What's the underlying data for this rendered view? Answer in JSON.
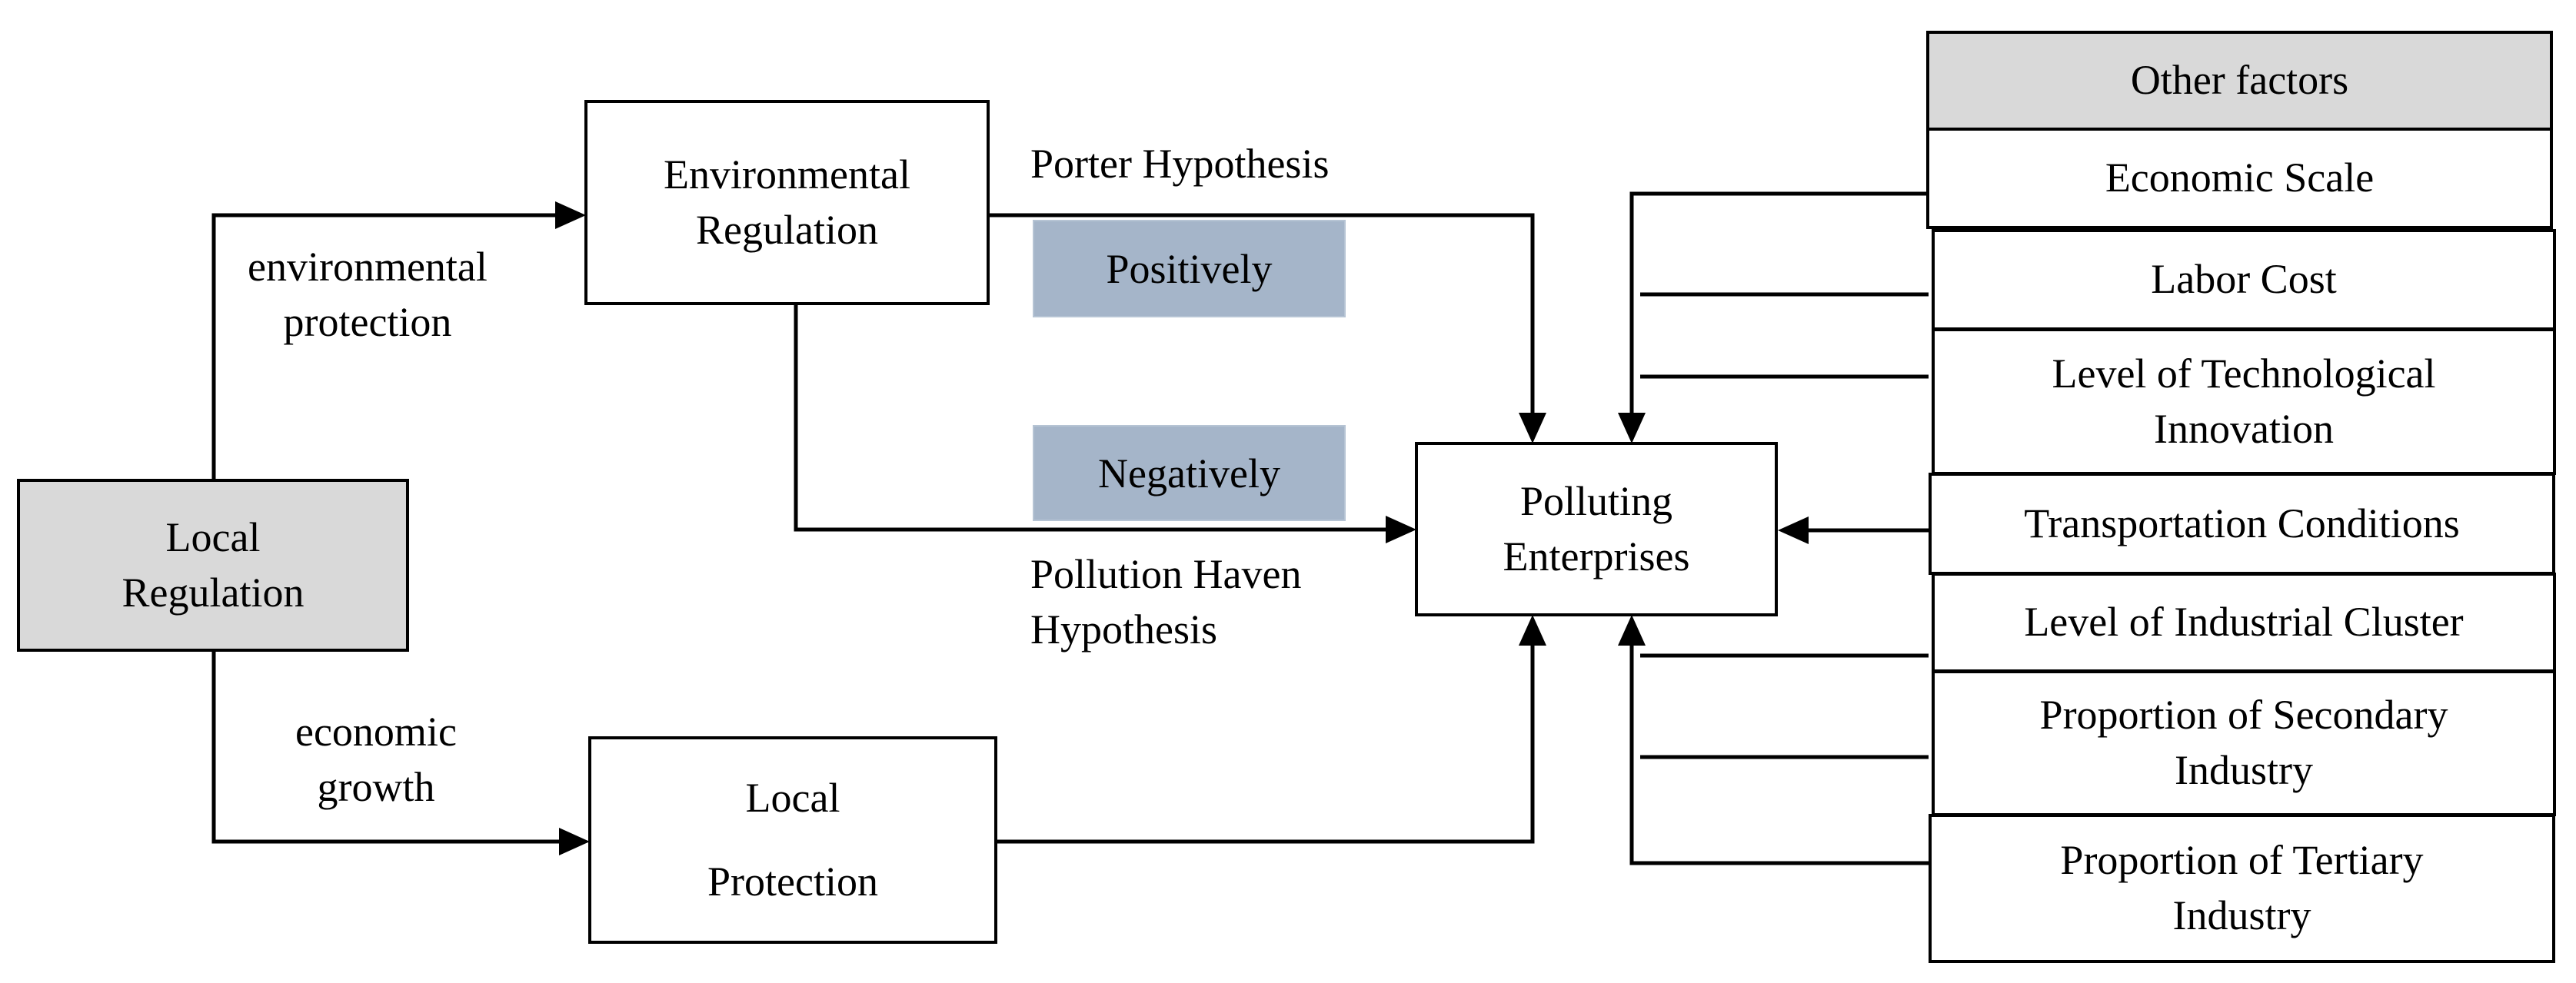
{
  "nodes": {
    "local_regulation": [
      "Local",
      "Regulation"
    ],
    "environmental_regulation": [
      "Environmental",
      "Regulation"
    ],
    "local_protection": [
      "Local",
      "Protection"
    ],
    "polluting_enterprises": [
      "Polluting",
      "Enterprises"
    ]
  },
  "edge_labels": {
    "environmental_protection": [
      "environmental",
      "protection"
    ],
    "economic_growth": [
      "economic",
      "growth"
    ],
    "porter_hypothesis": "Porter Hypothesis",
    "pollution_haven": [
      "Pollution Haven",
      "Hypothesis"
    ]
  },
  "tags": {
    "positively": "Positively",
    "negatively": "Negatively"
  },
  "other_factors": {
    "header": "Other factors",
    "items": [
      [
        "Economic Scale"
      ],
      [
        "Labor Cost"
      ],
      [
        "Level of Technological",
        "Innovation"
      ],
      [
        "Transportation Conditions"
      ],
      [
        "Level of Industrial Cluster"
      ],
      [
        "Proportion of Secondary",
        "Industry"
      ],
      [
        "Proportion of Tertiary",
        "Industry"
      ]
    ]
  }
}
